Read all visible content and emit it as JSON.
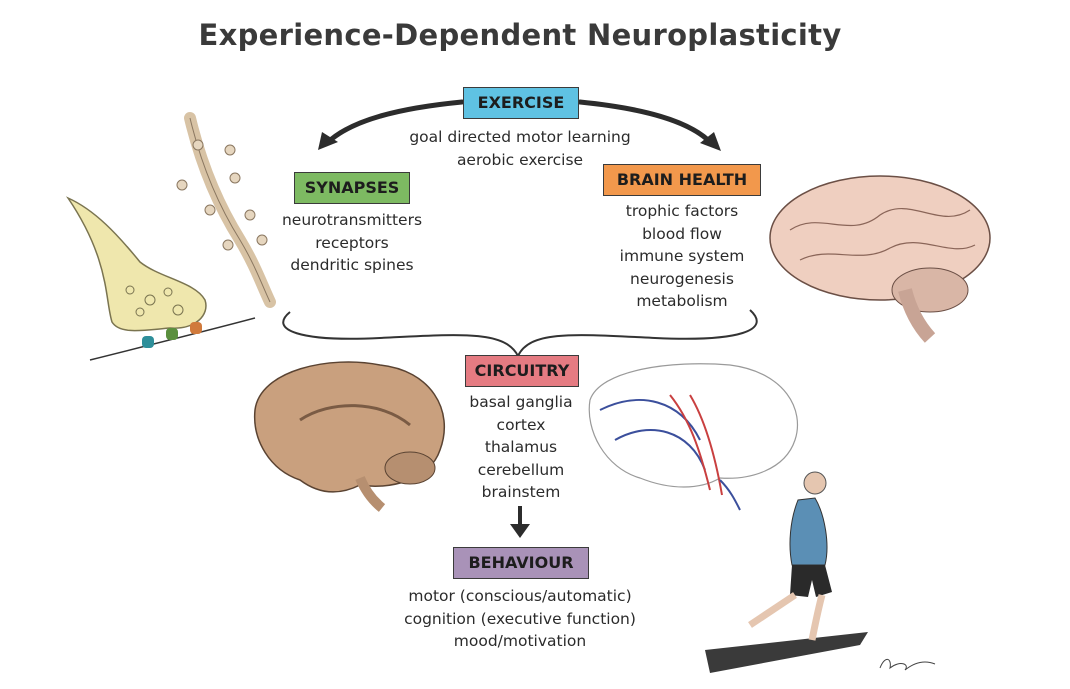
{
  "title": "Experience-Dependent Neuroplasticity",
  "colors": {
    "exercise": "#5fc2e3",
    "synapses": "#7dba62",
    "brain_health": "#f2984c",
    "circuitry": "#e57b82",
    "behaviour": "#a992b8",
    "arrow": "#2c2c2c"
  },
  "exercise": {
    "label": "EXERCISE",
    "items": [
      "goal directed motor learning",
      "aerobic exercise"
    ]
  },
  "synapses": {
    "label": "SYNAPSES",
    "items": [
      "neurotransmitters",
      "receptors",
      "dendritic spines"
    ]
  },
  "brain_health": {
    "label": "BRAIN HEALTH",
    "items": [
      "trophic factors",
      "blood flow",
      "immune system",
      "neurogenesis",
      "metabolism"
    ]
  },
  "circuitry": {
    "label": "CIRCUITRY",
    "items": [
      "basal ganglia",
      "cortex",
      "thalamus",
      "cerebellum",
      "brainstem"
    ]
  },
  "behaviour": {
    "label": "BEHAVIOUR",
    "items": [
      "motor (conscious/automatic)",
      "cognition (executive function)",
      "mood/motivation"
    ]
  },
  "illustrations": [
    "synapse-illustration",
    "dendrite-illustration",
    "brain-illustration",
    "brain-sagittal-section-illustration",
    "brain-circuitry-illustration",
    "walking-man-illustration",
    "artist-signature"
  ]
}
